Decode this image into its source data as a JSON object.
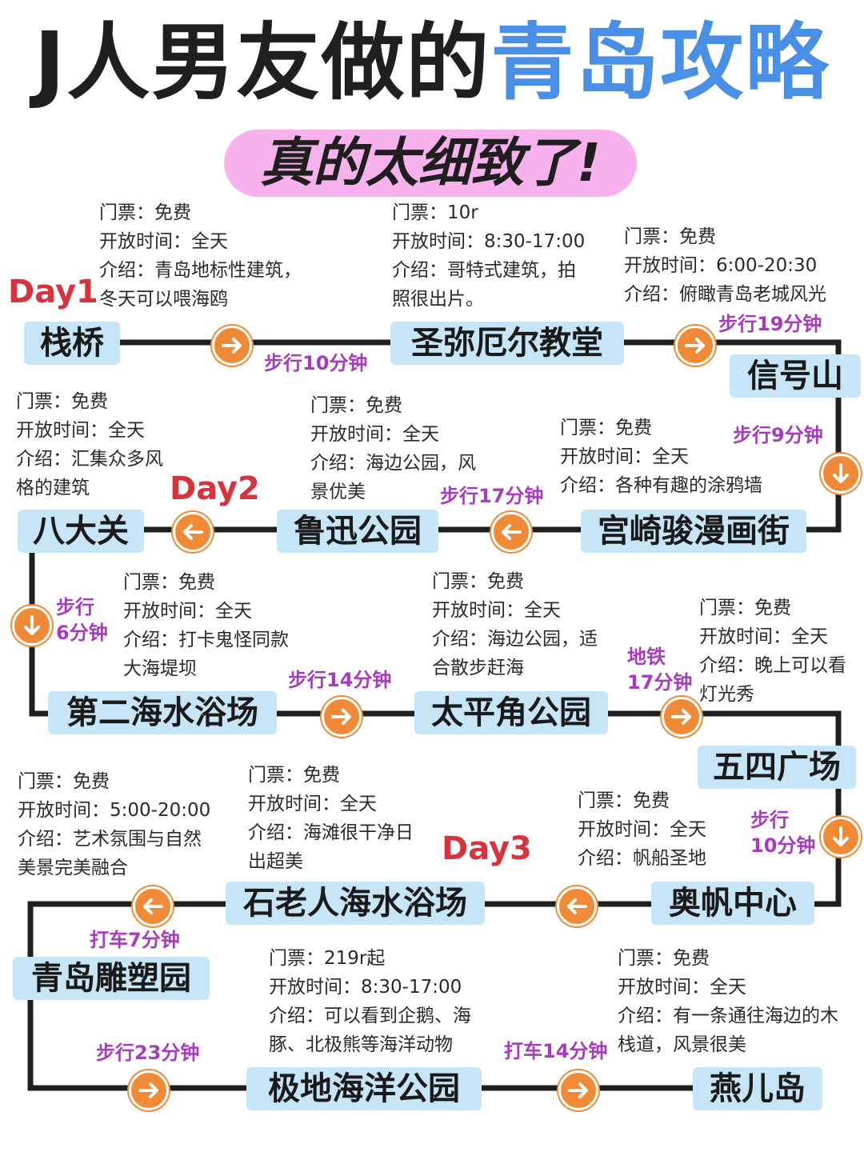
{
  "header": {
    "title_black": "J人男友做的",
    "title_blue": "青岛攻略",
    "subtitle": "真的太细致了!"
  },
  "colors": {
    "accent_blue": "#4a8fe6",
    "pill_pink": "#f7b2ee",
    "stop_bg": "#c6e5f7",
    "arrow_orange": "#f08a36",
    "walk_purple": "#a63bbf",
    "day_red": "#d8323c"
  },
  "days": {
    "day1": "Day1",
    "day2": "Day2",
    "day3": "Day3"
  },
  "stops": {
    "zhanqiao": "栈桥",
    "church": "圣弥厄尔教堂",
    "xinhaoshan": "信号山",
    "gongqi": "宫崎骏漫画街",
    "luxun": "鲁迅公园",
    "badaguan": "八大关",
    "dier": "第二海水浴场",
    "taipingjiao": "太平角公园",
    "wusi": "五四广场",
    "aofan": "奥帆中心",
    "shilaoren": "石老人海水浴场",
    "diaosu": "青岛雕塑园",
    "jidi": "极地海洋公园",
    "yaner": "燕儿岛"
  },
  "info": {
    "zhanqiao": [
      "门票：免费",
      "开放时间：全天",
      "介绍：青岛地标性建筑，",
      "冬天可以喂海鸥"
    ],
    "church": [
      "门票：10r",
      "开放时间：8:30-17:00",
      "介绍：哥特式建筑，拍",
      "照很出片。"
    ],
    "xinhaoshan": [
      "门票：免费",
      "开放时间：6:00-20:30",
      "介绍：俯瞰青岛老城风光"
    ],
    "badaguan": [
      "门票：免费",
      "开放时间：全天",
      "介绍：汇集众多风",
      "格的建筑"
    ],
    "luxun": [
      "门票：免费",
      "开放时间：全天",
      "介绍：海边公园，风",
      "景优美"
    ],
    "gongqi": [
      "门票：免费",
      "开放时间：全天",
      "介绍：各种有趣的涂鸦墙"
    ],
    "dier": [
      "门票：免费",
      "开放时间：全天",
      "介绍：打卡鬼怪同款",
      "大海堤坝"
    ],
    "taipingjiao": [
      "门票：免费",
      "开放时间：全天",
      "介绍：海边公园，适",
      "合散步赶海"
    ],
    "wusi": [
      "门票：免费",
      "开放时间：全天",
      "介绍：晚上可以看",
      "灯光秀"
    ],
    "diaosu": [
      "门票：免费",
      "开放时间：5:00-20:00",
      "介绍：艺术氛围与自然",
      "美景完美融合"
    ],
    "shilaoren": [
      "门票：免费",
      "开放时间：全天",
      "介绍：海滩很干净日",
      "出超美"
    ],
    "aofan": [
      "门票：免费",
      "开放时间：全天",
      "介绍：帆船圣地"
    ],
    "jidi": [
      "门票：219r起",
      "开放时间：8:30-17:00",
      "介绍：可以看到企鹅、海",
      "豚、北极熊等海洋动物"
    ],
    "yaner": [
      "门票：免费",
      "开放时间：全天",
      "介绍：有一条通往海边的木",
      "栈道，风景很美"
    ]
  },
  "transit": {
    "t1": "步行10分钟",
    "t2": "步行19分钟",
    "t3": "步行9分钟",
    "t4": "步行17分钟",
    "t6a": "步行",
    "t6b": "6分钟",
    "t7": "步行14分钟",
    "t8a": "地铁",
    "t8b": "17分钟",
    "t9a": "步行",
    "t9b": "10分钟",
    "t11": "打车7分钟",
    "t12": "步行23分钟",
    "t13": "打车14分钟"
  },
  "icons": {
    "arrow_right": "arrow-right-icon",
    "arrow_left": "arrow-left-icon",
    "arrow_down": "arrow-down-icon"
  }
}
